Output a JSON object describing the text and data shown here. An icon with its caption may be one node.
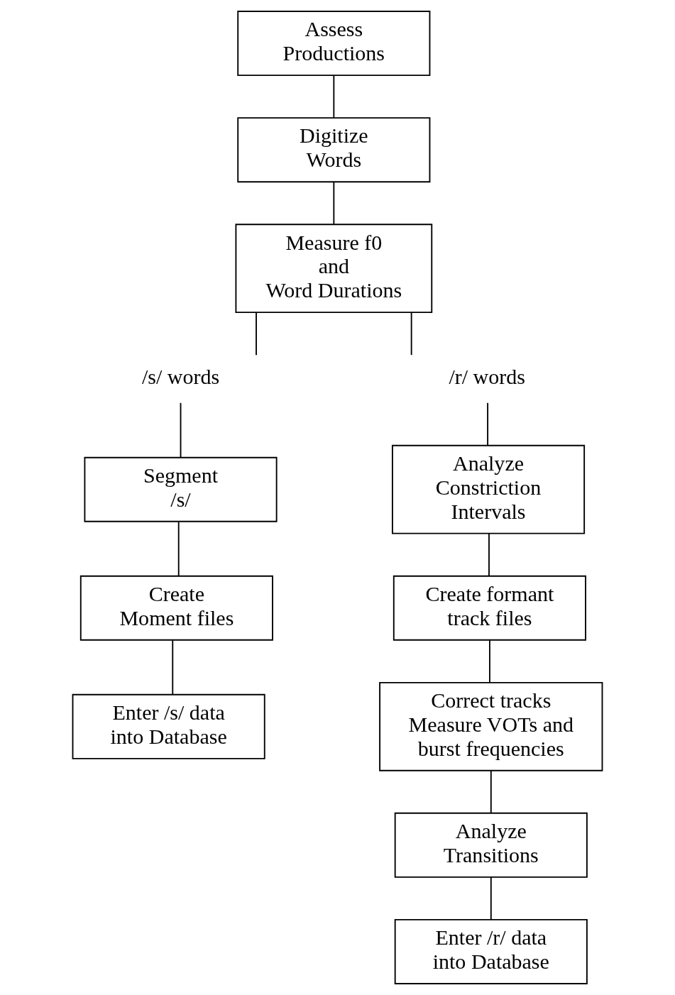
{
  "diagram": {
    "nodes": [
      {
        "text": [
          "Assess Productions"
        ]
      },
      {
        "text": [
          "Digitize Words"
        ]
      },
      {
        "text": [
          "Measure f0 and Word Durations"
        ]
      },
      {
        "text": [
          "/s/ words"
        ]
      },
      {
        "text": [
          "/r/ words"
        ]
      },
      {
        "text": [
          "Segment /s/"
        ]
      },
      {
        "text": [
          "Create Moment files"
        ]
      },
      {
        "text": [
          "Enter /s/ data into Database"
        ]
      },
      {
        "text": [
          "Analyze Constriction Intervals"
        ]
      },
      {
        "text": [
          "Create formant track files"
        ]
      },
      {
        "text": [
          "Correct tracks Measure VOTs and burst frequencies"
        ]
      },
      {
        "text": [
          "Analyze Transitions"
        ]
      },
      {
        "text": [
          "Enter /r/ data into Database"
        ]
      }
    ],
    "edges": [
      {
        "from": 0,
        "to": 1,
        "arrow": "none"
      },
      {
        "from": 1,
        "to": 2,
        "arrow": "none"
      },
      {
        "from": 2,
        "to": 3,
        "arrow": "none"
      },
      {
        "from": 2,
        "to": 4,
        "arrow": "none"
      },
      {
        "from": 3,
        "to": 5,
        "arrow": "none"
      },
      {
        "from": 5,
        "to": 6,
        "arrow": "none"
      },
      {
        "from": 6,
        "to": 7,
        "arrow": "none"
      },
      {
        "from": 4,
        "to": 8,
        "arrow": "none"
      },
      {
        "from": 8,
        "to": 9,
        "arrow": "none"
      },
      {
        "from": 9,
        "to": 10,
        "arrow": "none"
      },
      {
        "from": 10,
        "to": 11,
        "arrow": "none"
      },
      {
        "from": 11,
        "to": 12,
        "arrow": "none"
      }
    ]
  }
}
